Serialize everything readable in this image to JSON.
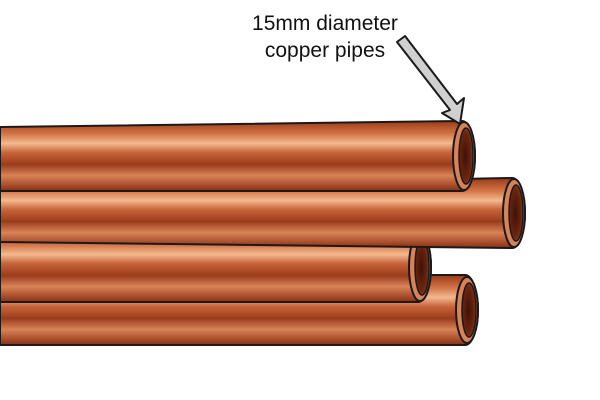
{
  "annotation": {
    "line1": "15mm diameter",
    "line2": "copper pipes"
  },
  "colors": {
    "copper_dark": "#8a2e12",
    "copper_mid": "#c8643a",
    "copper_light": "#f2b488",
    "pipe_inner": "#5a1e0c",
    "outline": "#1a1a1a",
    "arrow_fill": "#cfcfcf"
  },
  "pipe_count": 4
}
